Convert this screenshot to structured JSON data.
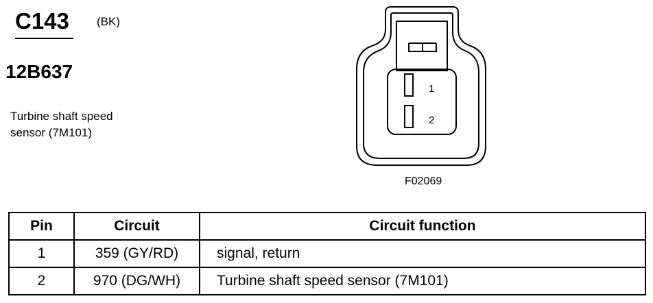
{
  "header": {
    "connector_id": "C143",
    "connector_color": "(BK)",
    "part_number": "12B637",
    "description_line1": "Turbine shaft speed",
    "description_line2": "sensor (7M101)"
  },
  "diagram": {
    "figure_id": "F02069",
    "pin_labels": [
      "1",
      "2"
    ]
  },
  "table": {
    "headers": [
      "Pin",
      "Circuit",
      "Circuit function"
    ],
    "rows": [
      {
        "pin": "1",
        "circuit": "359 (GY/RD)",
        "function": "signal, return"
      },
      {
        "pin": "2",
        "circuit": "970 (DG/WH)",
        "function": "Turbine shaft speed sensor (7M101)"
      }
    ]
  }
}
